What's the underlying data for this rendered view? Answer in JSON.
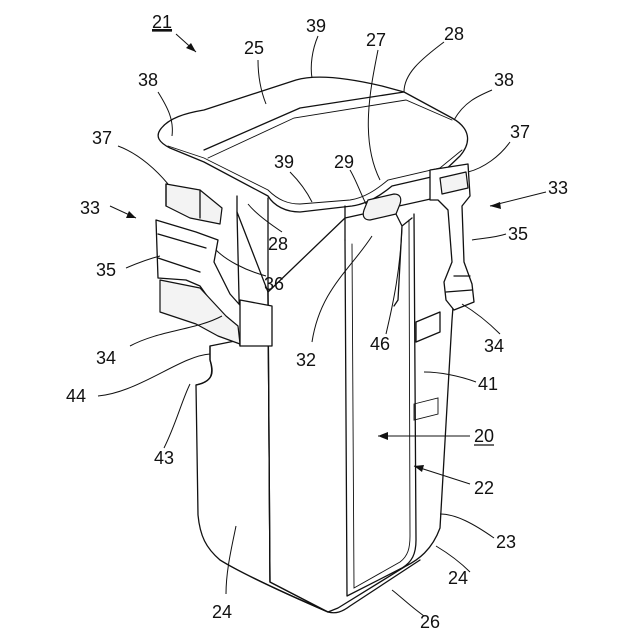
{
  "labels": {
    "l21": "21",
    "l25": "25",
    "l39a": "39",
    "l27": "27",
    "l28a": "28",
    "l38a": "38",
    "l38b": "38",
    "l37a": "37",
    "l37b": "37",
    "l33a": "33",
    "l33b": "33",
    "l39b": "39",
    "l29": "29",
    "l28b": "28",
    "l35a": "35",
    "l35b": "35",
    "l36": "36",
    "l34a": "34",
    "l34b": "34",
    "l32": "32",
    "l46": "46",
    "l41": "41",
    "l44": "44",
    "l43": "43",
    "l20": "20",
    "l22": "22",
    "l23": "23",
    "l24a": "24",
    "l24b": "24",
    "l26": "26"
  }
}
